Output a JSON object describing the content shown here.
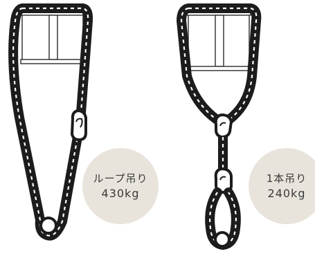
{
  "colors": {
    "chain": "#1c1c1c",
    "badge": "#e8e4dc",
    "beam": "#ffffff",
    "text": "#3a3a3a"
  },
  "diagram": {
    "left": {
      "method_label": "ループ吊り",
      "capacity_label": "430kg"
    },
    "right": {
      "method_label": "1本吊り",
      "capacity_label": "240kg"
    }
  }
}
